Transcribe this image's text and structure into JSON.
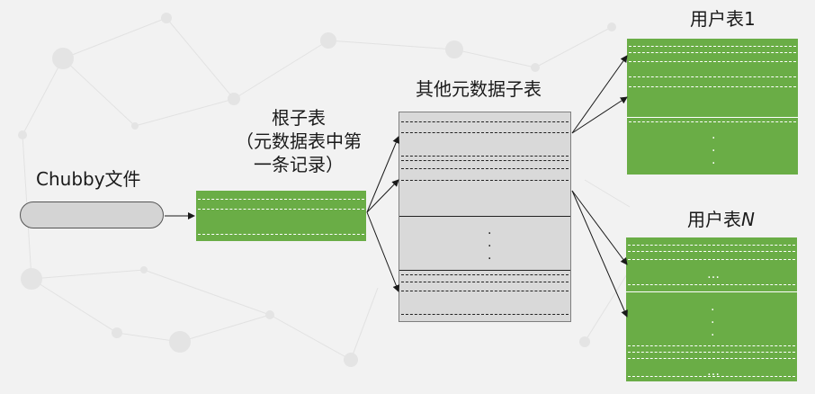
{
  "labels": {
    "chubby_file": "Chubby文件",
    "root_table_line1": "根子表",
    "root_table_line2": "（元数据表中第",
    "root_table_line3": "一条记录）",
    "metadata_subtables": "其他元数据子表",
    "user_table_1": "用户表1",
    "user_table_n_prefix": "用户表",
    "user_table_n_var": "N"
  },
  "ellipsis": {
    "vertical": "·",
    "horizontal": "…"
  },
  "colors": {
    "background": "#f2f2f2",
    "table_green": "#6aad46",
    "metadata_gray": "#d9d9d9",
    "pill_gray": "#d4d4d4"
  }
}
